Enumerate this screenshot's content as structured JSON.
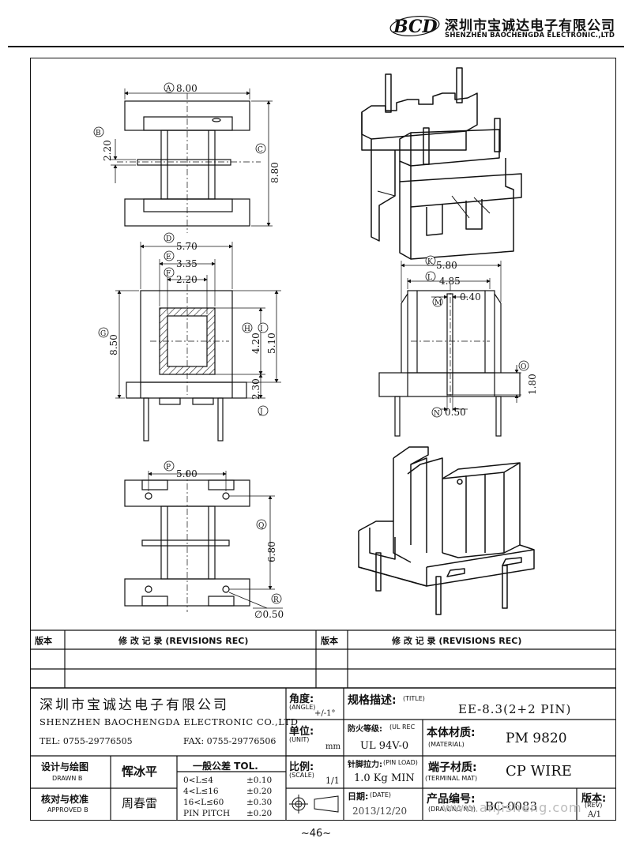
{
  "header": {
    "logo_text": "BCD",
    "company_cn": "深圳市宝诚达电子有限公司",
    "company_en": "SHENZHEN BAOCHENGDA ELECTRONIC.,LTD"
  },
  "dimensions": {
    "A": {
      "mark": "A",
      "value": "8.00"
    },
    "B": {
      "mark": "B",
      "value": "2.20"
    },
    "C": {
      "mark": "C",
      "value": "8.80"
    },
    "D": {
      "mark": "D",
      "value": "5.70"
    },
    "E": {
      "mark": "E",
      "value": "3.35"
    },
    "F": {
      "mark": "F",
      "value": "2.20"
    },
    "G": {
      "mark": "G",
      "value": "8.50"
    },
    "H": {
      "mark": "H",
      "value": "4.20"
    },
    "I": {
      "mark": "I",
      "value": "5.10"
    },
    "J": {
      "mark": "J",
      "value": "2.30"
    },
    "K": {
      "mark": "K",
      "value": "5.80"
    },
    "L": {
      "mark": "L",
      "value": "4.85"
    },
    "M": {
      "mark": "M",
      "value": "0.40"
    },
    "N": {
      "mark": "N",
      "value": "0.50"
    },
    "O": {
      "mark": "O",
      "value": "1.80"
    },
    "P": {
      "mark": "P",
      "value": "5.00"
    },
    "Q": {
      "mark": "Q",
      "value": "6.80"
    },
    "R": {
      "mark": "R",
      "value": "∅0.50"
    }
  },
  "revisions": {
    "version_label": "版本",
    "records_label": "修 改 记 录  (REVISIONS REC)"
  },
  "title_block": {
    "company_cn": "深圳市宝诚达电子有限公司",
    "company_en": "SHENZHEN BAOCHENGDA ELECTRONIC CO.,LTD",
    "tel": "TEL: 0755-29776505",
    "fax": "FAX: 0755-29776506",
    "angle_label": "角度:",
    "angle_en": "(ANGLE)",
    "angle_value": "+/-1°",
    "unit_label": "单位:",
    "unit_en": "(UNIT)",
    "unit_value": "mm",
    "scale_label": "比例:",
    "scale_en": "(SCALE)",
    "scale_value": "1/1",
    "title_label": "规格描述:",
    "title_en": "(TITLE)",
    "title_value": "EE-8.3(2+2 PIN)",
    "fire_label": "防火等级:",
    "fire_en": "(UL REC",
    "fire_value": "UL 94V-0",
    "material_label": "本体材质:",
    "material_en": "(MATERIAL)",
    "material_value": "PM 9820",
    "pin_load_label": "针脚拉力:",
    "pin_load_en": "(PIN LOAD)",
    "pin_load_value": "1.0 Kg MIN",
    "terminal_label": "端子材质:",
    "terminal_en": "(TERMINAL MAT)",
    "terminal_value": "CP WIRE",
    "date_label": "日期:",
    "date_en": "(DATE)",
    "date_value": "2013/12/20",
    "drawing_label": "产品编号:",
    "drawing_en": "(DRAWING NO)",
    "drawing_value": "BC-0083",
    "rev_label": "版本:",
    "rev_en": "(REV)",
    "rev_value": "A/1",
    "drawn_label": "设计与绘图",
    "drawn_en": "DRAWN B",
    "drawn_name": "恽冰平",
    "approved_label": "核对与校准",
    "approved_en": "APPROVED B",
    "approved_name": "周春雷",
    "tol_title": "一般公差 TOL.",
    "tolerances": [
      {
        "range": "0<L≤4",
        "value": "±0.10"
      },
      {
        "range": "4<L≤16",
        "value": "±0.20"
      },
      {
        "range": "16<L≤60",
        "value": "±0.30"
      },
      {
        "range": "PIN PITCH",
        "value": "±0.20"
      }
    ]
  },
  "watermark": "www.anjisheng.com",
  "page_number": "~46~"
}
